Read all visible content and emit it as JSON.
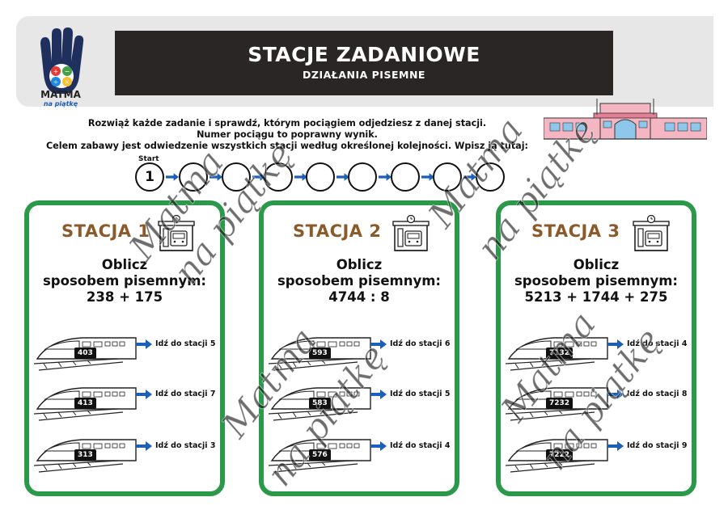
{
  "header": {
    "logo_text": "MATMA",
    "logo_subtext": "na piątkę",
    "title": "STACJE ZADANIOWE",
    "subtitle": "DZIAŁANIA PISEMNE"
  },
  "instructions": [
    "Rozwiąż każde zadanie i sprawdź, którym pociągiem odjedziesz z danej stacji.",
    "Numer pociągu to poprawny wynik.",
    "Celem zabawy jest odwiedzenie wszystkich stacji według określonej kolejności. Wpisz ją tutaj:"
  ],
  "sequence": {
    "start_label": "Start",
    "first_value": "1",
    "slot_count": 9
  },
  "stations": [
    {
      "title": "STACJA 1",
      "task_lines": [
        "Oblicz",
        "sposobem pisemnym:",
        "238 + 175"
      ],
      "options": [
        {
          "train": "403",
          "label": "Idź do stacji 5"
        },
        {
          "train": "413",
          "label": "Idź do stacji 7"
        },
        {
          "train": "313",
          "label": "Idź do stacji 3"
        }
      ]
    },
    {
      "title": "STACJA 2",
      "task_lines": [
        "Oblicz",
        "sposobem pisemnym:",
        "4744 : 8"
      ],
      "options": [
        {
          "train": "593",
          "label": "Idź do stacji 6"
        },
        {
          "train": "583",
          "label": "Idź do stacji 5"
        },
        {
          "train": "576",
          "label": "Idź do stacji 4"
        }
      ]
    },
    {
      "title": "STACJA 3",
      "task_lines": [
        "Oblicz",
        "sposobem pisemnym:",
        "5213 + 1744 + 275"
      ],
      "options": [
        {
          "train": "7132",
          "label": "Idź do stacji 4"
        },
        {
          "train": "7232",
          "label": "Idź do stacji 8"
        },
        {
          "train": "7222",
          "label": "Idź do stacji 9"
        }
      ]
    }
  ],
  "watermark": {
    "line1": "Matma",
    "line2": "na piątkę"
  },
  "colors": {
    "card_border": "#2a9a4a",
    "station_title": "#8a5a2b",
    "arrow": "#1b5fb8",
    "title_bg": "#2a2626"
  }
}
